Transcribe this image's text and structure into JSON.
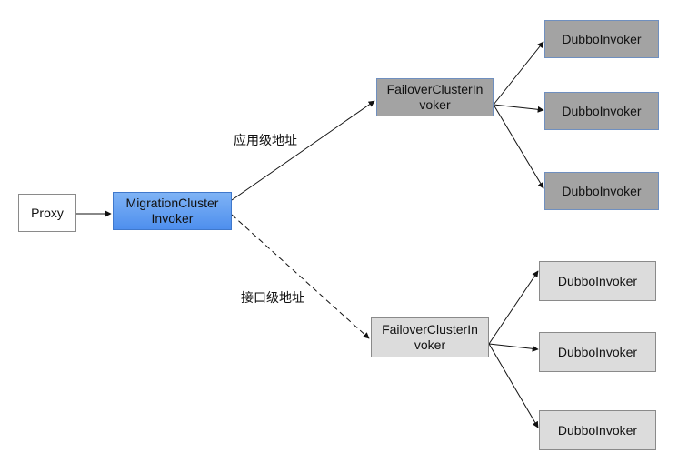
{
  "nodes": {
    "proxy": "Proxy",
    "migration": [
      "MigrationCluster",
      "Invoker"
    ],
    "app_failover": [
      "FailoverClusterIn",
      "voker"
    ],
    "iface_failover": [
      "FailoverClusterIn",
      "voker"
    ],
    "app_dubbo": [
      "DubboInvoker",
      "DubboInvoker",
      "DubboInvoker"
    ],
    "iface_dubbo": [
      "DubboInvoker",
      "DubboInvoker",
      "DubboInvoker"
    ]
  },
  "edges": {
    "app_label": "应用级地址",
    "iface_label": "接口级地址"
  },
  "colors": {
    "migration_fill": "#5b9bf2",
    "app_fill": "#a3a3a3",
    "iface_fill": "#dcdcdc",
    "line": "#111111"
  }
}
